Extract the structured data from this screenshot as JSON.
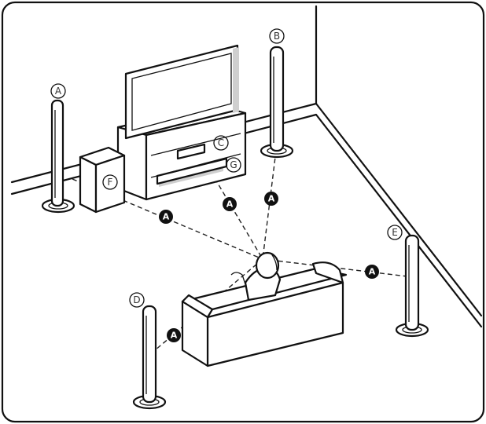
{
  "speakers": {
    "front_left": "A",
    "front_right": "B",
    "center": "C",
    "surround_left": "D",
    "surround_right": "E",
    "subwoofer": "F",
    "bar": "G"
  },
  "distance_marker": "A"
}
